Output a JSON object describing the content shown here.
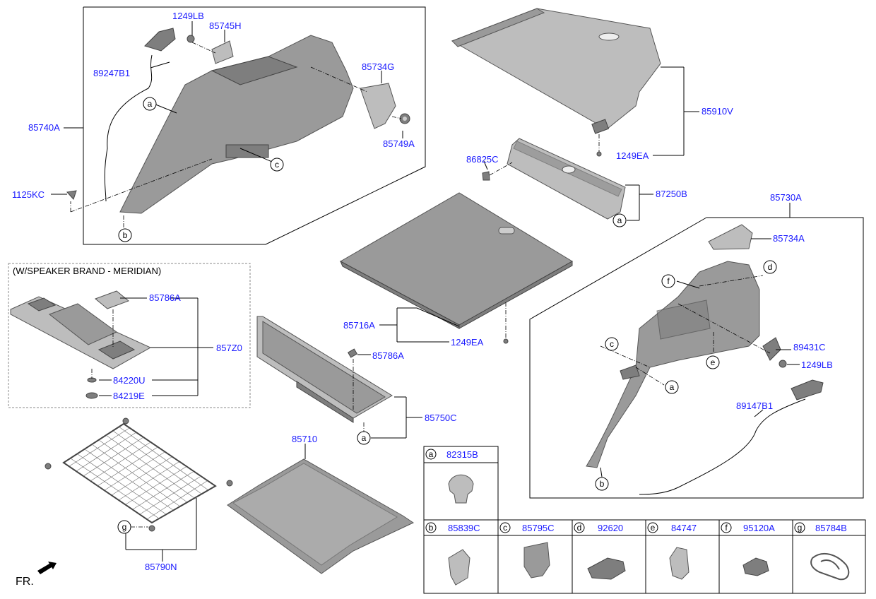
{
  "labels": {
    "p1249LB_top": "1249LB",
    "p85745H": "85745H",
    "p89247B1": "89247B1",
    "p85734G": "85734G",
    "p85740A": "85740A",
    "p85749A": "85749A",
    "p1125KC": "1125KC",
    "p85910V": "85910V",
    "p1249EA_top": "1249EA",
    "p86825C": "86825C",
    "p87250B": "87250B",
    "p85730A": "85730A",
    "p85734A": "85734A",
    "p89431C": "89431C",
    "p1249LB_right": "1249LB",
    "p89147B1": "89147B1",
    "speaker_note": "(W/SPEAKER BRAND - MERIDIAN)",
    "p85786A_left": "85786A",
    "p857Z0": "857Z0",
    "p84220U": "84220U",
    "p84219E": "84219E",
    "p85716A": "85716A",
    "p1249EA_mid": "1249EA",
    "p85786A_mid": "85786A",
    "p85750C": "85750C",
    "p85710": "85710",
    "p85790N": "85790N",
    "fr": "FR."
  },
  "callouts": [
    "a",
    "b",
    "c",
    "d",
    "e",
    "f",
    "g"
  ],
  "legend": [
    {
      "letter": "a",
      "part": "82315B"
    },
    {
      "letter": "b",
      "part": "85839C"
    },
    {
      "letter": "c",
      "part": "85795C"
    },
    {
      "letter": "d",
      "part": "92620"
    },
    {
      "letter": "e",
      "part": "84747"
    },
    {
      "letter": "f",
      "part": "95120A"
    },
    {
      "letter": "g",
      "part": "85784B"
    }
  ],
  "colors": {
    "part_number": "#1a1aff",
    "part_fill": "#9a9a9a"
  }
}
